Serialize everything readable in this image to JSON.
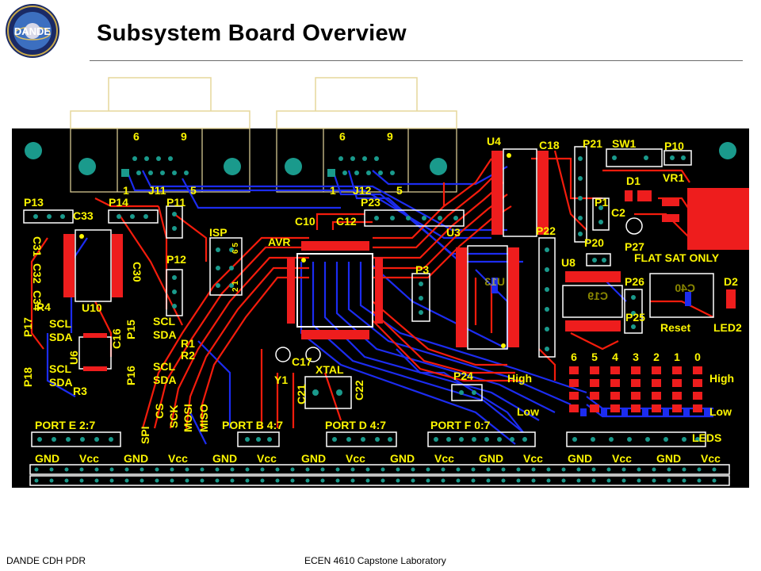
{
  "header": {
    "title": "Subsystem Board Overview",
    "logo_text": "DANDE",
    "logo_ring_text": "Drag and Atmospheric Neutral Density Explorer"
  },
  "footer": {
    "left": "DANDE CDH PDR",
    "center": "ECEN 4610 Capstone Laboratory"
  },
  "board": {
    "connectors": {
      "j11": {
        "ref": "J11",
        "pin_6": "6",
        "pin_9": "9",
        "pin_1": "1",
        "pin_5": "5"
      },
      "j12": {
        "ref": "J12",
        "pin_6": "6",
        "pin_9": "9",
        "pin_1": "1",
        "pin_5": "5"
      }
    },
    "refs": {
      "p13": "P13",
      "p14": "P14",
      "p11": "P11",
      "c33": "C33",
      "isp": "ISP",
      "c10": "C10",
      "c12": "C12",
      "p23": "P23",
      "u4": "U4",
      "c18": "C18",
      "p21": "P21",
      "sw1": "SW1",
      "p10": "P10",
      "d1": "D1",
      "vr1": "VR1",
      "p1": "P1",
      "c2": "C2",
      "c31": "C31",
      "c32": "C32",
      "c34": "C34",
      "c30": "C30",
      "p12": "P12",
      "avr": "AVR",
      "u3": "U3",
      "p22": "P22",
      "p20": "P20",
      "p27": "P27",
      "flat_sat_only": "FLAT SAT ONLY",
      "u10": "U10",
      "p3": "P3",
      "u13": "U13",
      "u8": "U8",
      "c19": "C19",
      "p26": "P26",
      "c40": "C40",
      "d2": "D2",
      "r4": "R4",
      "p17": "P17",
      "scl": "SCL",
      "sda": "SDA",
      "c16": "C16",
      "p15": "P15",
      "r1": "R1",
      "r2": "R2",
      "p25": "P25",
      "reset": "Reset",
      "led2": "LED2",
      "u6": "U6",
      "p18": "P18",
      "r3": "R3",
      "p16": "P16",
      "c17": "C17",
      "xtal": "XTAL",
      "y1": "Y1",
      "c21": "C21",
      "c22": "C22",
      "p24": "P24",
      "high": "High",
      "low": "Low",
      "leds": "LEDS",
      "spi": "SPI",
      "cs": "CS",
      "sck": "SCK",
      "mosi": "MOSI",
      "miso": "MISO",
      "isp_pins_top": "6 5",
      "isp_pins_bottom": "2 1"
    },
    "led_bits": [
      "6",
      "5",
      "4",
      "3",
      "2",
      "1",
      "0"
    ],
    "ports": [
      {
        "label": "PORT E 2:7"
      },
      {
        "label": "PORT B 4:7"
      },
      {
        "label": "PORT D 4:7"
      },
      {
        "label": "PORT F 0:7"
      }
    ],
    "power_labels": [
      "GND",
      "Vcc",
      "GND",
      "Vcc",
      "GND",
      "Vcc",
      "GND",
      "Vcc",
      "GND",
      "Vcc",
      "GND",
      "Vcc",
      "GND",
      "Vcc",
      "GND",
      "Vcc"
    ]
  },
  "colors": {
    "board_bg": "#000000",
    "silkscreen": "#fcf600",
    "top_copper": "#f41c0c",
    "bottom_copper": "#1c2cf0",
    "pad": "#ee1d1d",
    "via": "#1a9a8c",
    "outline": "#e6d79c"
  }
}
